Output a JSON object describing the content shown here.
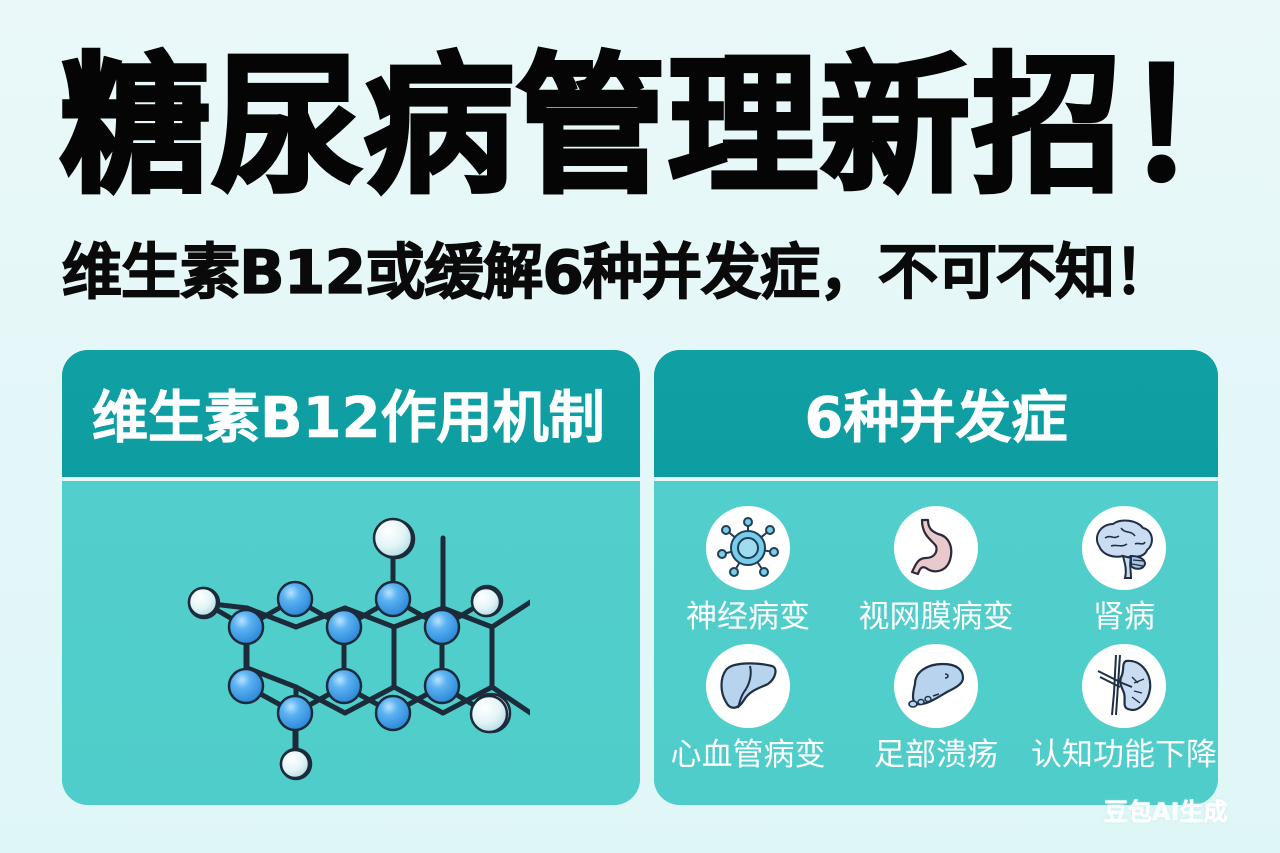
{
  "headline": {
    "title": "糖尿病管理新招！",
    "subtitle": "维生素B12或缓解6种并发症，不可不知！"
  },
  "left_panel": {
    "header": "维生素B12作用机制",
    "illustration": "molecule-diagram"
  },
  "right_panel": {
    "header": "6种并发症",
    "items": [
      {
        "label": "神经病变",
        "icon": "virus-cell-icon"
      },
      {
        "label": "视网膜病变",
        "icon": "stomach-icon"
      },
      {
        "label": "肾病",
        "icon": "brain-icon"
      },
      {
        "label": "心血管病变",
        "icon": "liver-icon"
      },
      {
        "label": "足部溃疡",
        "icon": "pancreas-icon"
      },
      {
        "label": "认知功能下降",
        "icon": "kidney-icon"
      }
    ]
  },
  "watermark": "豆包AI生成",
  "colors": {
    "background": "#e4f7f8",
    "header_teal": "#0e9ea2",
    "body_teal": "#4fcdca",
    "atom_blue": "#3f9ee8",
    "atom_light": "#dff3f6",
    "text_dark": "#050505"
  }
}
